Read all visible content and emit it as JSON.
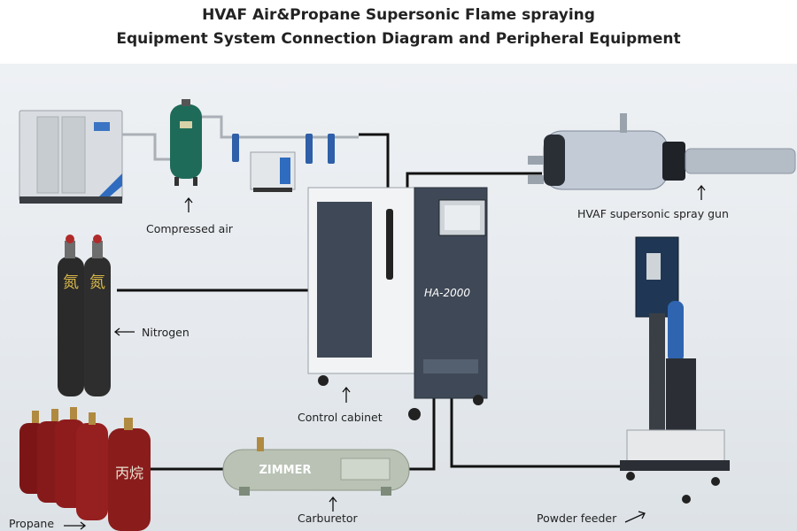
{
  "title": {
    "line1": "HVAF Air&Propane Supersonic Flame spraying",
    "line2": "Equipment System Connection Diagram and Peripheral Equipment"
  },
  "labels": {
    "compressed_air": "Compressed air",
    "nitrogen": "Nitrogen",
    "control_cabinet": "Control cabinet",
    "carburetor": "Carburetor",
    "propane": "Propane",
    "powder_feeder": "Powder feeder",
    "spray_gun": "HVAF supersonic spray gun"
  },
  "equipment_text": {
    "cabinet_model": "HA-2000",
    "carburetor_brand": "ZIMMER",
    "nitrogen_char": "氮",
    "propane_char": "丙烷"
  },
  "colors": {
    "line": "#111111",
    "cabinet_panel": "#3f4856",
    "nitrogen_cylinder": "#2a2a2a",
    "propane_cylinder": "#8a1c1c",
    "air_tank": "#1f6b5a"
  }
}
